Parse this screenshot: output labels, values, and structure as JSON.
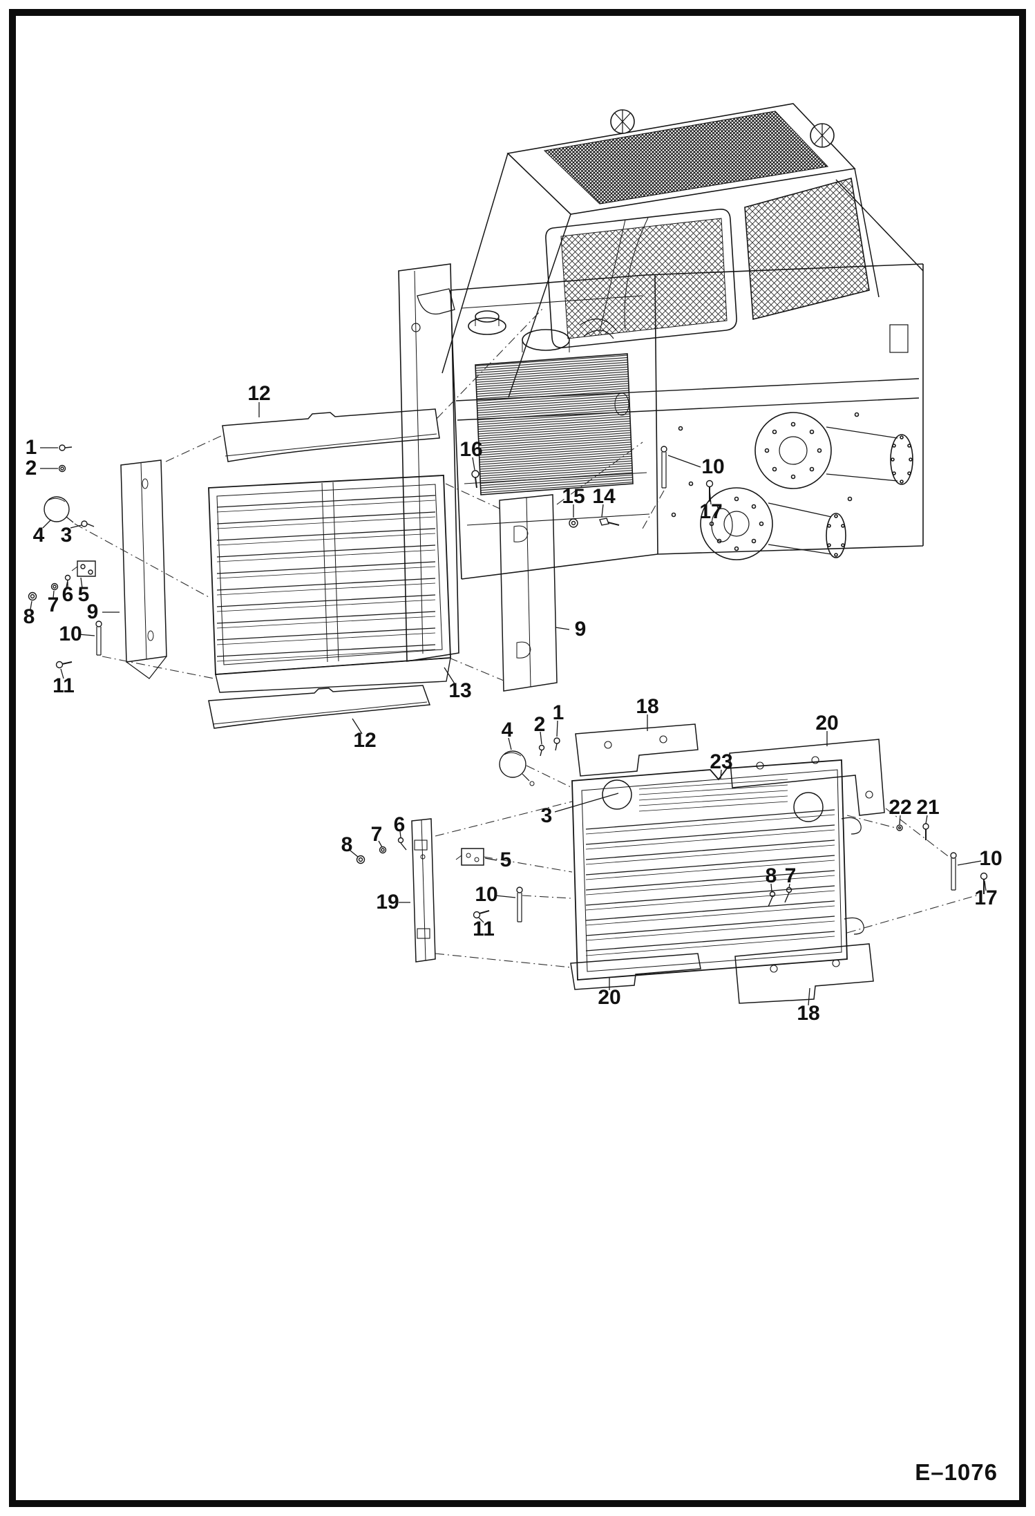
{
  "figure": {
    "reference": "E–1076"
  },
  "callouts": [
    {
      "label": "1"
    },
    {
      "label": "2"
    },
    {
      "label": "4"
    },
    {
      "label": "3"
    },
    {
      "label": "8"
    },
    {
      "label": "7"
    },
    {
      "label": "6"
    },
    {
      "label": "5"
    },
    {
      "label": "9"
    },
    {
      "label": "10"
    },
    {
      "label": "11"
    },
    {
      "label": "12"
    },
    {
      "label": "16"
    },
    {
      "label": "15"
    },
    {
      "label": "14"
    },
    {
      "label": "10"
    },
    {
      "label": "17"
    },
    {
      "label": "9"
    },
    {
      "label": "13"
    },
    {
      "label": "12"
    },
    {
      "label": "1"
    },
    {
      "label": "2"
    },
    {
      "label": "4"
    },
    {
      "label": "18"
    },
    {
      "label": "20"
    },
    {
      "label": "23"
    },
    {
      "label": "22"
    },
    {
      "label": "21"
    },
    {
      "label": "3"
    },
    {
      "label": "6"
    },
    {
      "label": "7"
    },
    {
      "label": "8"
    },
    {
      "label": "5"
    },
    {
      "label": "19"
    },
    {
      "label": "10"
    },
    {
      "label": "11"
    },
    {
      "label": "8"
    },
    {
      "label": "7"
    },
    {
      "label": "10"
    },
    {
      "label": "17"
    },
    {
      "label": "20"
    },
    {
      "label": "18"
    }
  ]
}
